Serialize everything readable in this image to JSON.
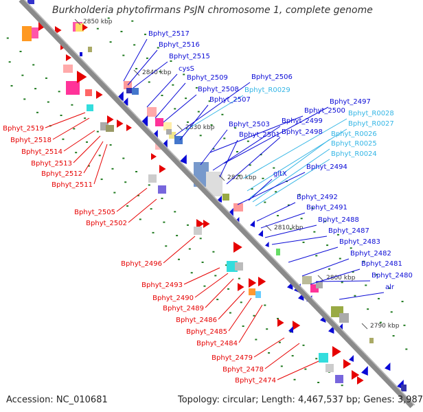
{
  "title": "Burkholderia phytofirmans PsJN chromosome 1, complete genome",
  "accession_label": "Accession: NC_010681",
  "summary_label": "Topology: circular; Length: 4,467,537 bp; Genes: 3,987",
  "colors": {
    "backbone": "#8a8a8a",
    "forward_gene": "#0a0ad6",
    "reverse_gene": "#e60000",
    "rna_gene": "#33b5e5",
    "tick": "#1f7a1f",
    "ruler_text": "#333333"
  },
  "ruler_ticks": [
    "2850 kbp",
    "2840 kbp",
    "2830 kbp",
    "2820 kbp",
    "2810 kbp",
    "2800 kbp",
    "2790 kbp"
  ],
  "forward_labels": [
    "Bphyt_2517",
    "Bphyt_2516",
    "Bphyt_2515",
    "cysS",
    "Bphyt_2509",
    "Bphyt_2508",
    "Bphyt_2506",
    "Bphyt_R0029",
    "Bphyt_2507",
    "Bphyt_2500",
    "Bphyt_2497",
    "Bphyt_R0028",
    "Bphyt_2503",
    "Bphyt_2499",
    "Bphyt_R0027",
    "Bphyt_2501",
    "Bphyt_2498",
    "Bphyt_R0026",
    "Bphyt_R0025",
    "Bphyt_R0024",
    "Bphyt_2494",
    "gltX",
    "Bphyt_2492",
    "Bphyt_2491",
    "Bphyt_2488",
    "Bphyt_2487",
    "Bphyt_2483",
    "Bphyt_2482",
    "Bphyt_2481",
    "Bphyt_2480",
    "alr"
  ],
  "reverse_labels": [
    "Bphyt_2519",
    "Bphyt_2518",
    "Bphyt_2514",
    "Bphyt_2513",
    "Bphyt_2512",
    "Bphyt_2511",
    "Bphyt_2505",
    "Bphyt_2502",
    "Bphyt_2496",
    "Bphyt_2493",
    "Bphyt_2490",
    "Bphyt_2489",
    "Bphyt_2486",
    "Bphyt_2485",
    "Bphyt_2484",
    "Bphyt_2479",
    "Bphyt_2478",
    "Bphyt_2474"
  ]
}
